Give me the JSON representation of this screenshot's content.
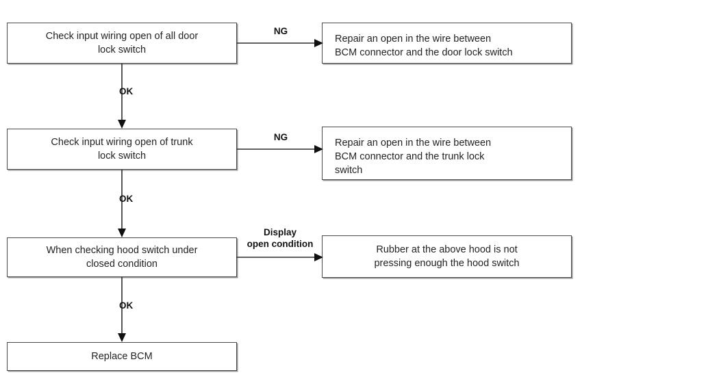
{
  "diagram": {
    "title": "BCM door/trunk/hood switch input wiring troubleshooting flow",
    "line_color": "#2b2b2b",
    "box_border_color": "#4a4a4a",
    "text_color": "#222222",
    "nodes": [
      {
        "id": "check-door-lock",
        "text": "Check input wiring open of all door\nlock switch",
        "align": "center"
      },
      {
        "id": "repair-door-lock",
        "text": "Repair an open in the wire between\nBCM connector and the door lock switch",
        "align": "left"
      },
      {
        "id": "check-trunk-lock",
        "text": "Check input wiring open of trunk\nlock switch",
        "align": "center"
      },
      {
        "id": "repair-trunk-lock",
        "text": "Repair an open in the wire between\nBCM connector and the trunk lock\nswitch",
        "align": "left"
      },
      {
        "id": "check-hood-switch",
        "text": "When checking hood switch under\nclosed condition",
        "align": "center"
      },
      {
        "id": "rubber-hood",
        "text": "Rubber at the above hood is not\npressing enough the hood switch",
        "align": "center"
      },
      {
        "id": "replace-bcm",
        "text": "Replace BCM",
        "align": "center"
      }
    ],
    "edge_labels": {
      "ng_door": "NG",
      "ok_door_to_trunk": "OK",
      "ng_trunk": "NG",
      "ok_trunk_to_hood": "OK",
      "display_open_condition": "Display\nopen condition",
      "ok_hood_to_replace": "OK"
    }
  }
}
